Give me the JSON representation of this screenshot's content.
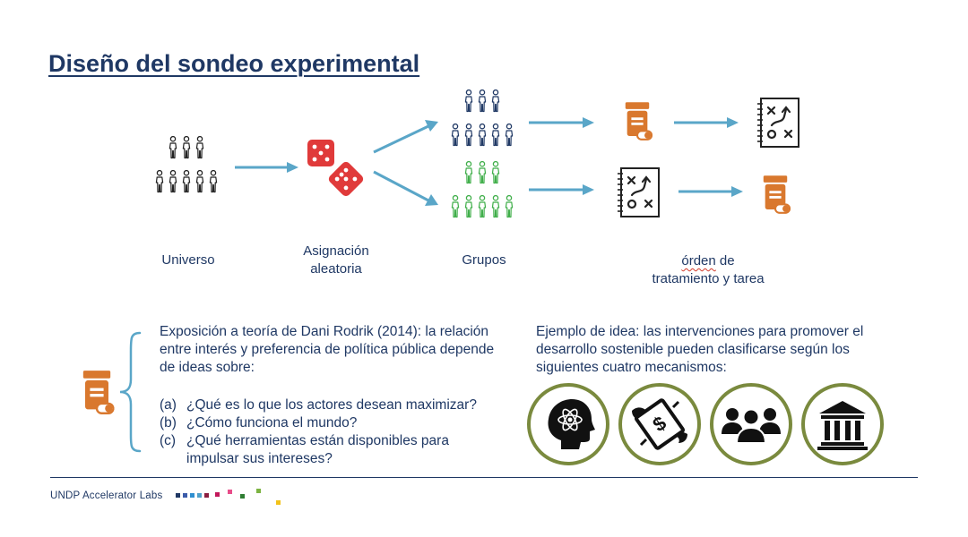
{
  "title": "Diseño del sondeo experimental",
  "labels": {
    "universo": "Universo",
    "asignacion_1": "Asignación",
    "asignacion_2": "aleatoria",
    "grupos": "Grupos",
    "orden_word": "órden",
    "orden_rest": " de",
    "orden_2": "tratamiento y tarea"
  },
  "left_text": {
    "intro": [
      "Exposición a teoría de Dani Rodrik (2014): la relación",
      "entre interés y preferencia de política pública depende",
      "de ideas sobre:"
    ],
    "items": [
      {
        "mark": "(a)",
        "lines": [
          "¿Qué es lo que los actores desean maximizar?"
        ]
      },
      {
        "mark": "(b)",
        "lines": [
          "¿Cómo funciona el mundo?"
        ]
      },
      {
        "mark": "(c)",
        "lines": [
          "¿Qué herramientas están disponibles para",
          "impulsar sus intereses?"
        ]
      }
    ]
  },
  "right_text": {
    "lines": [
      "Ejemplo de idea: las intervenciones para promover el",
      "desarrollo sostenible pueden clasificarse según los",
      "siguientes cuatro mecanismos:"
    ]
  },
  "mechanism_icons": [
    "head-atom-icon",
    "money-wings-icon",
    "people-group-icon",
    "institution-building-icon"
  ],
  "footer": {
    "text": "UNDP Accelerator Labs"
  },
  "colors": {
    "navy": "#1f3864",
    "arrow": "#5aa6c8",
    "dice": "#e03a3a",
    "treatment": "#d9782e",
    "group_green": "#3fae49",
    "circle_border": "#7a8a3e",
    "squiggle": "#d23a2a"
  }
}
